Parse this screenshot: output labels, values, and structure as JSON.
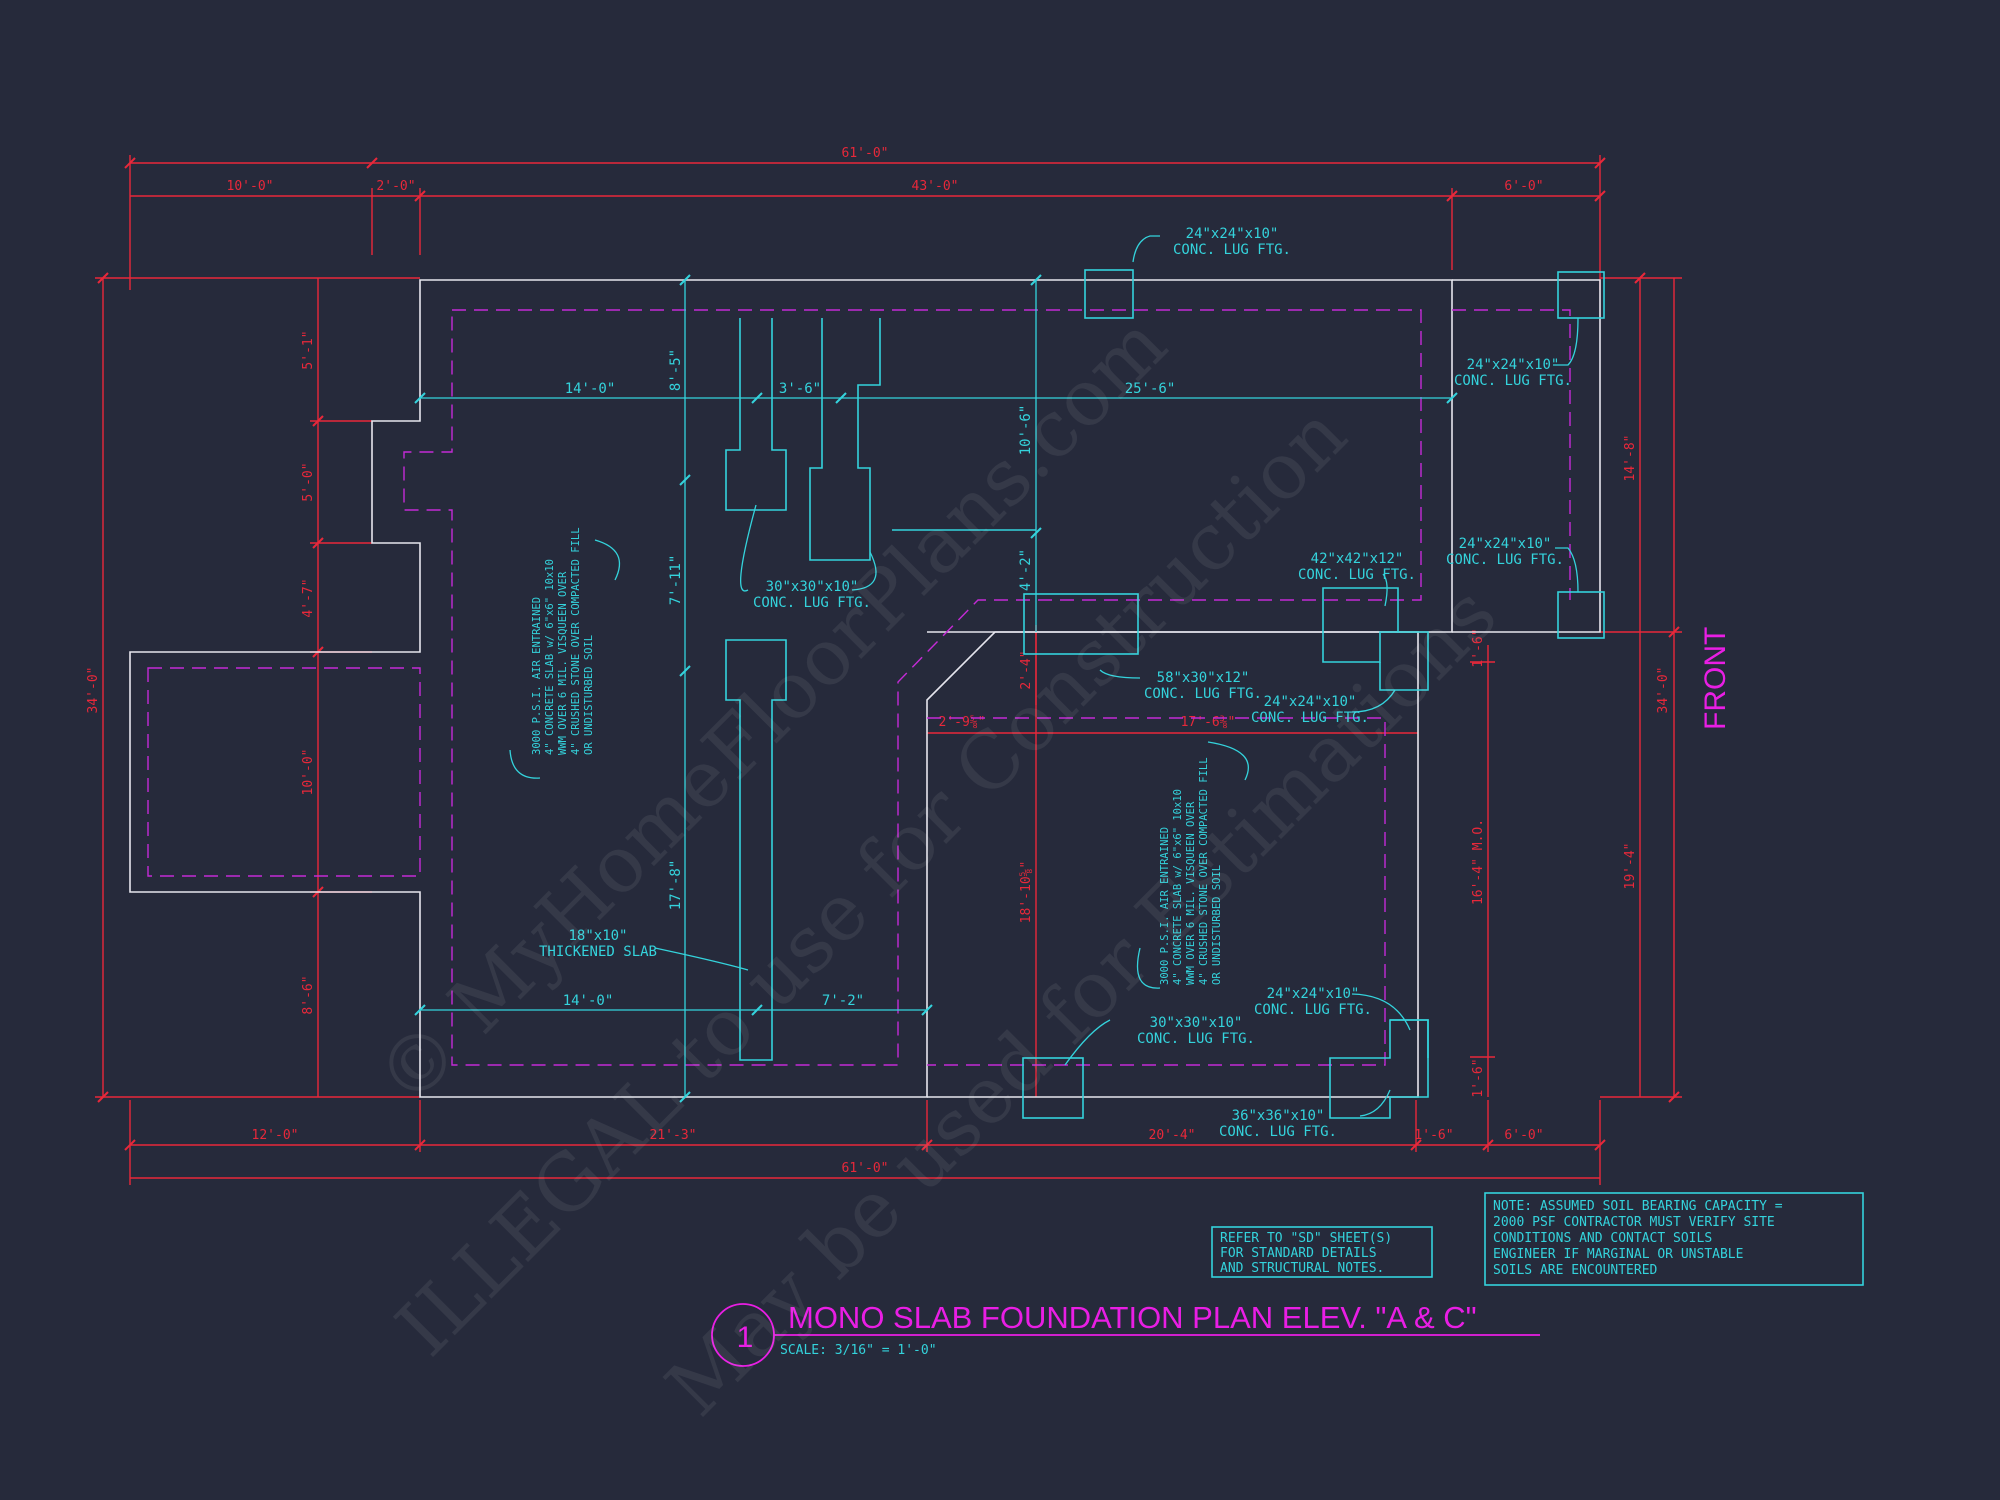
{
  "title": {
    "number": "1",
    "text": "MONO SLAB FOUNDATION PLAN ELEV. \"A & C\"",
    "scale": "SCALE: 3/16\" = 1'-0\""
  },
  "front_label": "FRONT",
  "watermark": {
    "line1": "© MyHomeFloorPlans.com",
    "line2": "ILLEGAL to use for Construction",
    "line3": "May be used for Estimations"
  },
  "dimensions": {
    "top_overall": "61'-0\"",
    "top_10": "10'-0\"",
    "top_2": "2'-0\"",
    "top_43": "43'-0\"",
    "top_6": "6'-0\"",
    "bottom_overall": "61'-0\"",
    "bottom_12": "12'-0\"",
    "bottom_21": "21'-3\"",
    "bottom_20": "20'-4\"",
    "bottom_1_6": "1'-6\"",
    "bottom_6": "6'-0\"",
    "left_overall": "34'-0\"",
    "left_5_1": "5'-1\"",
    "left_5_0": "5'-0\"",
    "left_4_7": "4'-7\"",
    "left_10_0": "10'-0\"",
    "left_8_6": "8'-6\"",
    "right_overall": "34'-0\"",
    "right_14": "14'-8\"",
    "right_19": "19'-4\"",
    "right_16": "16'-4\" M.O.",
    "right_1_6a": "1'-6\"",
    "right_1_6b": "1'-6\"",
    "int_2_4": "2'-4\"",
    "int_2_9": "2'-9⅝\"",
    "int_17_6": "17'-6⅜\"",
    "int_18_10": "18'-10⅝\""
  },
  "cyan_dims": {
    "d14_top": "14'-0\"",
    "d3_6": "3'-6\"",
    "d25_6": "25'-6\"",
    "d8_5": "8'-5\"",
    "d7_11": "7'-11\"",
    "d17_8": "17'-8\"",
    "d10_6": "10'-6\"",
    "d4_2": "4'-2\"",
    "d14_bot": "14'-0\"",
    "d7_2": "7'-2\""
  },
  "callouts": {
    "c1": [
      "24\"x24\"x10\"",
      "CONC. LUG FTG."
    ],
    "c2": [
      "24\"x24\"x10\"",
      "CONC. LUG FTG."
    ],
    "c3": [
      "24\"x24\"x10\"",
      "CONC. LUG FTG."
    ],
    "c4": [
      "42\"x42\"x12\"",
      "CONC. LUG FTG."
    ],
    "c5": [
      "30\"x30\"x10\"",
      "CONC. LUG FTG."
    ],
    "c6": [
      "58\"x30\"x12\"",
      "CONC. LUG FTG."
    ],
    "c7": [
      "24\"x24\"x10\"",
      "CONC. LUG FTG."
    ],
    "c8": [
      "18\"x10\"",
      "THICKENED SLAB"
    ],
    "c9": [
      "24\"x24\"x10\"",
      "CONC. LUG FTG."
    ],
    "c10": [
      "30\"x30\"x10\"",
      "CONC. LUG FTG."
    ],
    "c11": [
      "36\"x36\"x10\"",
      "CONC. LUG FTG."
    ]
  },
  "slab_note": [
    "3000 P.S.I. AIR ENTRAINED",
    "4\" CONCRETE SLAB w/ 6\"x6\" 10x10",
    "WWM OVER 6 MIL. VISQUEEN OVER",
    "4\" CRUSHED STONE OVER COMPACTED FILL",
    "OR UNDISTURBED SOIL"
  ],
  "notes": {
    "sd": [
      "REFER TO \"SD\" SHEET(S)",
      "FOR STANDARD DETAILS",
      "AND STRUCTURAL NOTES."
    ],
    "soil": [
      "NOTE: ASSUMED SOIL BEARING CAPACITY =",
      "2000 PSF CONTRACTOR MUST VERIFY SITE",
      "CONDITIONS AND CONTACT SOILS",
      "ENGINEER IF MARGINAL OR UNSTABLE",
      "SOILS ARE ENCOUNTERED"
    ]
  },
  "colors": {
    "background": "#262a3b",
    "slab_outline": "#e6e6ee",
    "dimension": "#e8283a",
    "footing": "#34d3dc",
    "dashed": "#c42ad6",
    "title": "#e91ee4"
  }
}
